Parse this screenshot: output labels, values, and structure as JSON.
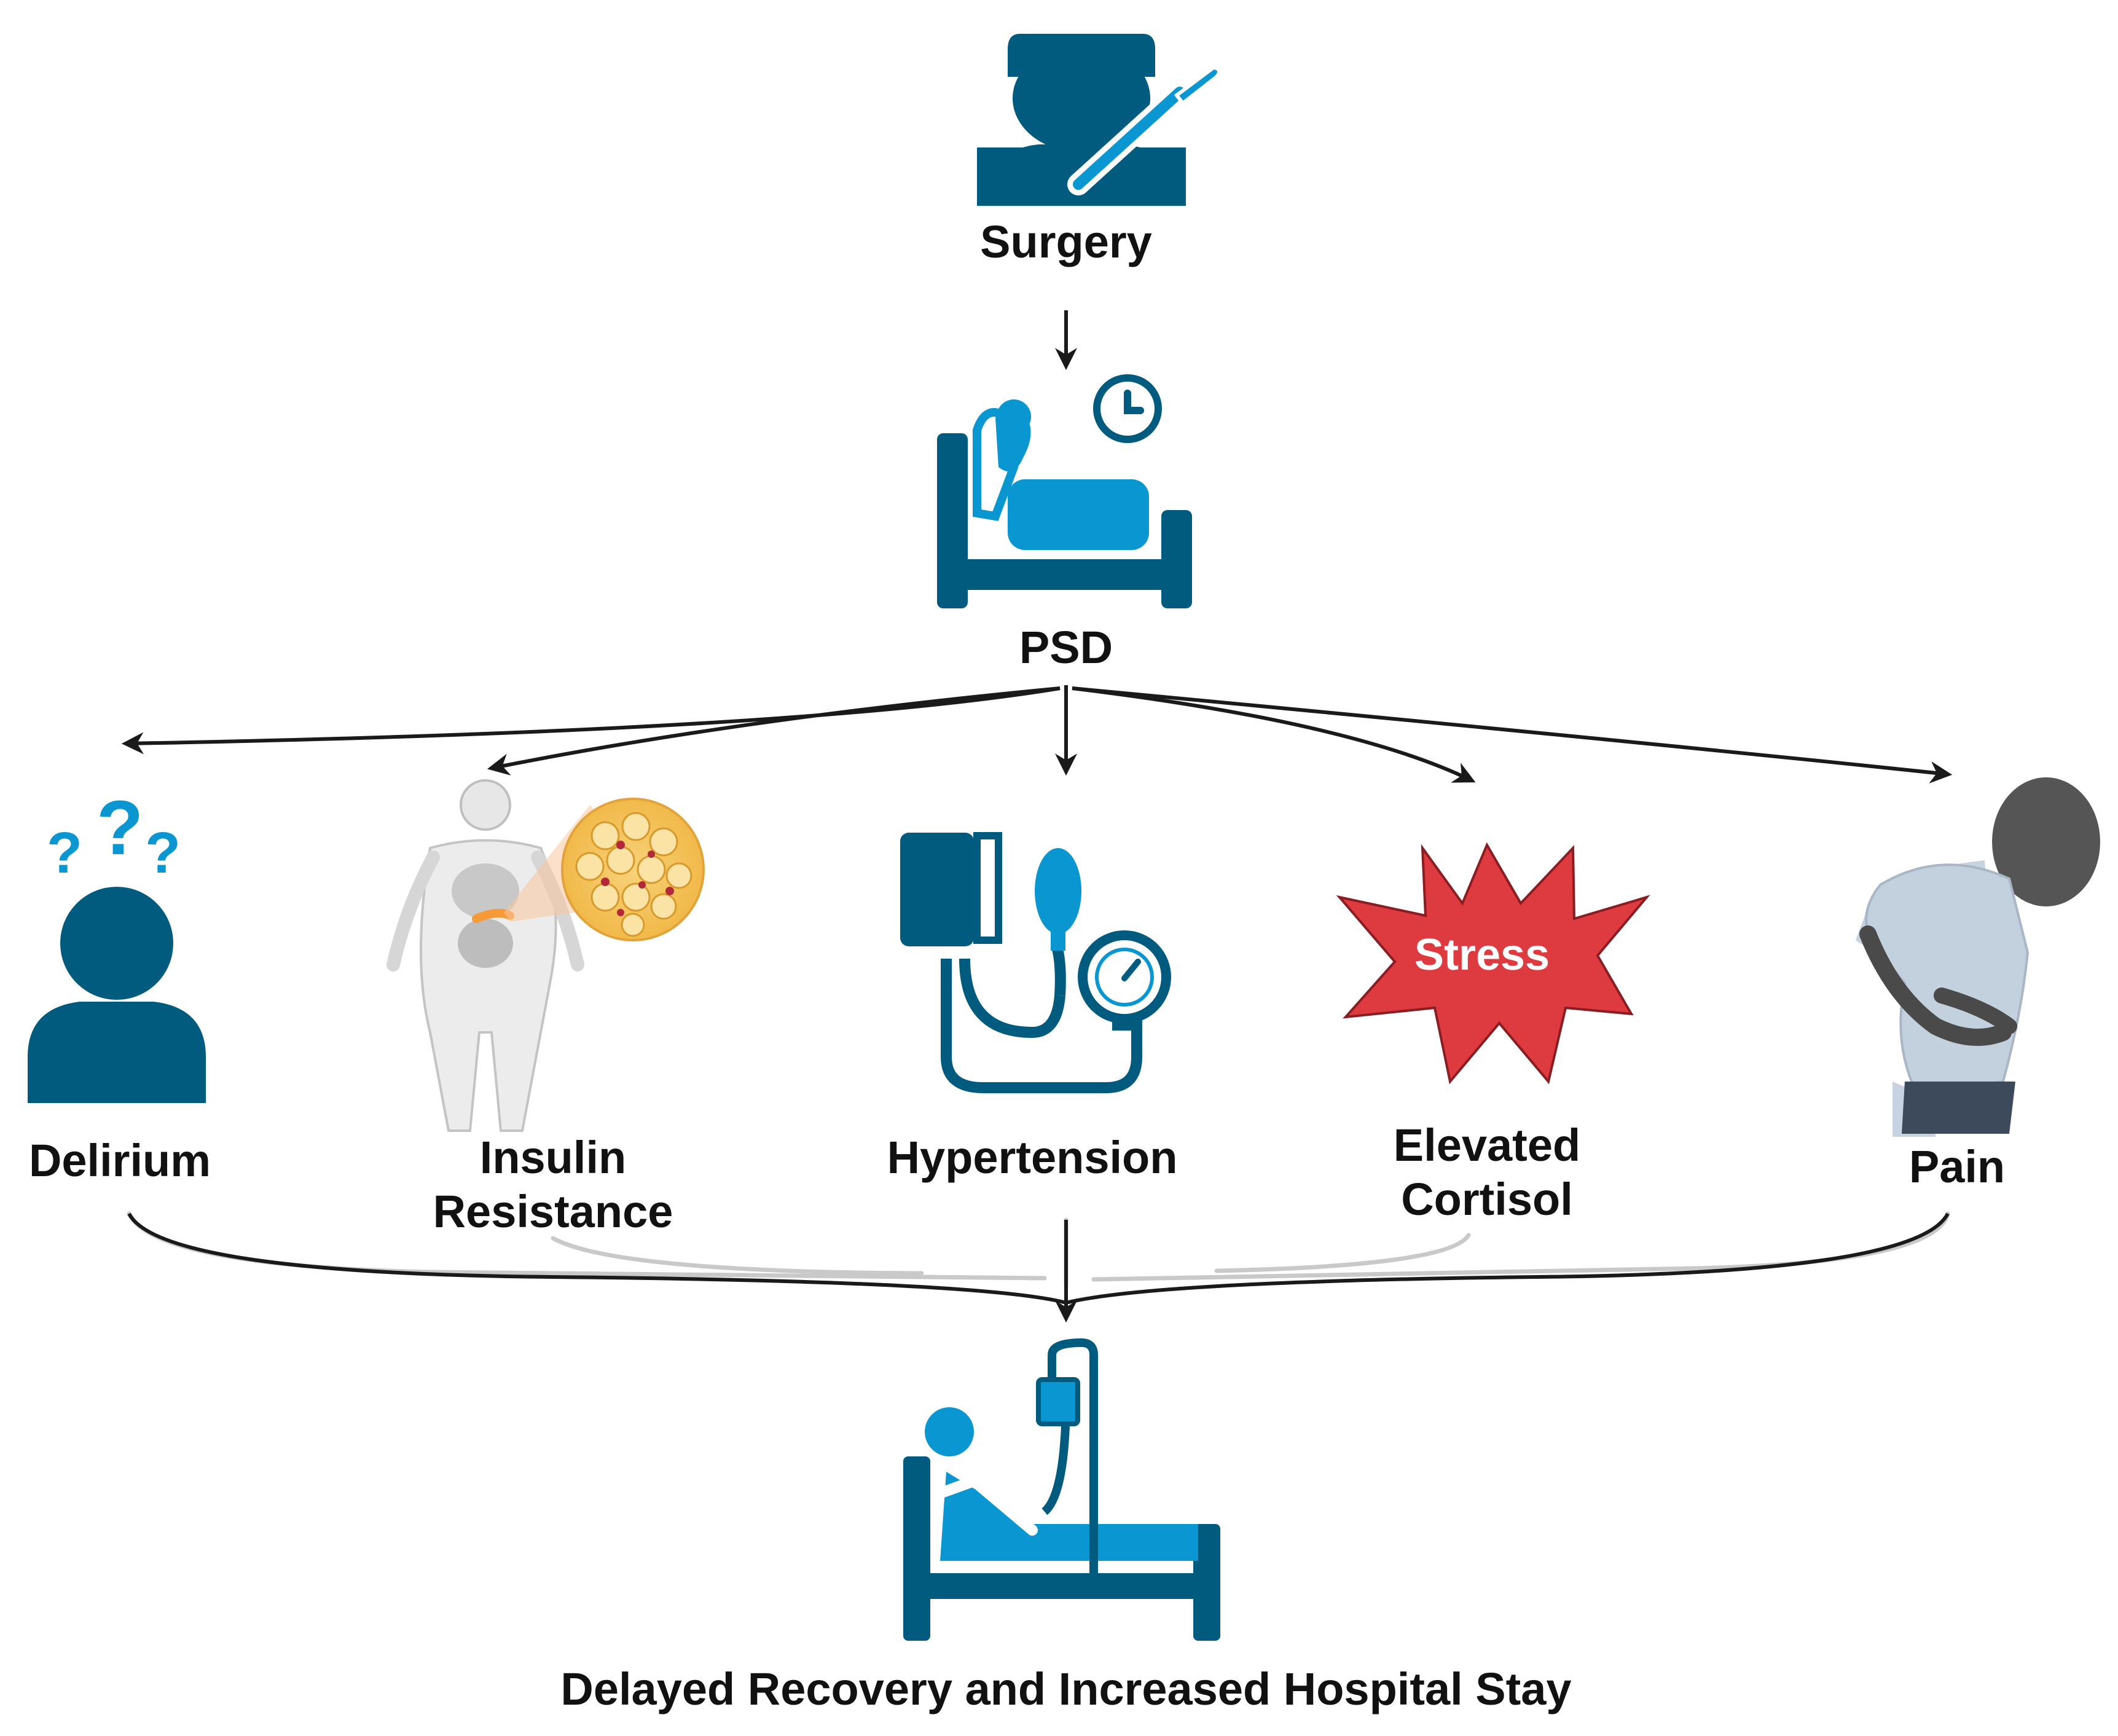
{
  "diagram": {
    "nodes": {
      "surgery": {
        "label": "Surgery",
        "icon": "surgeon-with-scalpel-icon"
      },
      "psd": {
        "label": "PSD",
        "icon": "patient-in-bed-with-clock-icon"
      },
      "delirium": {
        "label": "Delirium",
        "icon": "confused-person-icon"
      },
      "insulin": {
        "label_line1": "Insulin",
        "label_line2": "Resistance",
        "icon": "body-with-adipose-tissue-icon"
      },
      "hypertension": {
        "label": "Hypertension",
        "icon": "blood-pressure-monitor-icon"
      },
      "cortisol": {
        "label_line1": "Elevated",
        "label_line2": "Cortisol",
        "icon": "stress-burst-icon",
        "badge_text": "Stress"
      },
      "pain": {
        "label": "Pain",
        "icon": "person-holding-abdomen-icon"
      },
      "outcome": {
        "label": "Delayed Recovery and Increased Hospital Stay",
        "icon": "hospital-bed-with-iv-icon"
      }
    },
    "edges": [
      [
        "surgery",
        "psd"
      ],
      [
        "psd",
        "delirium"
      ],
      [
        "psd",
        "insulin"
      ],
      [
        "psd",
        "hypertension"
      ],
      [
        "psd",
        "cortisol"
      ],
      [
        "psd",
        "pain"
      ],
      [
        "delirium",
        "outcome"
      ],
      [
        "insulin",
        "outcome"
      ],
      [
        "hypertension",
        "outcome"
      ],
      [
        "cortisol",
        "outcome"
      ],
      [
        "pain",
        "outcome"
      ]
    ],
    "colors": {
      "dark_teal": "#005b7f",
      "light_blue": "#0a96d0",
      "stress_red": "#de3b40",
      "arrow": "#1a1a1a",
      "bracket_gray": "#c8c8c8"
    }
  }
}
